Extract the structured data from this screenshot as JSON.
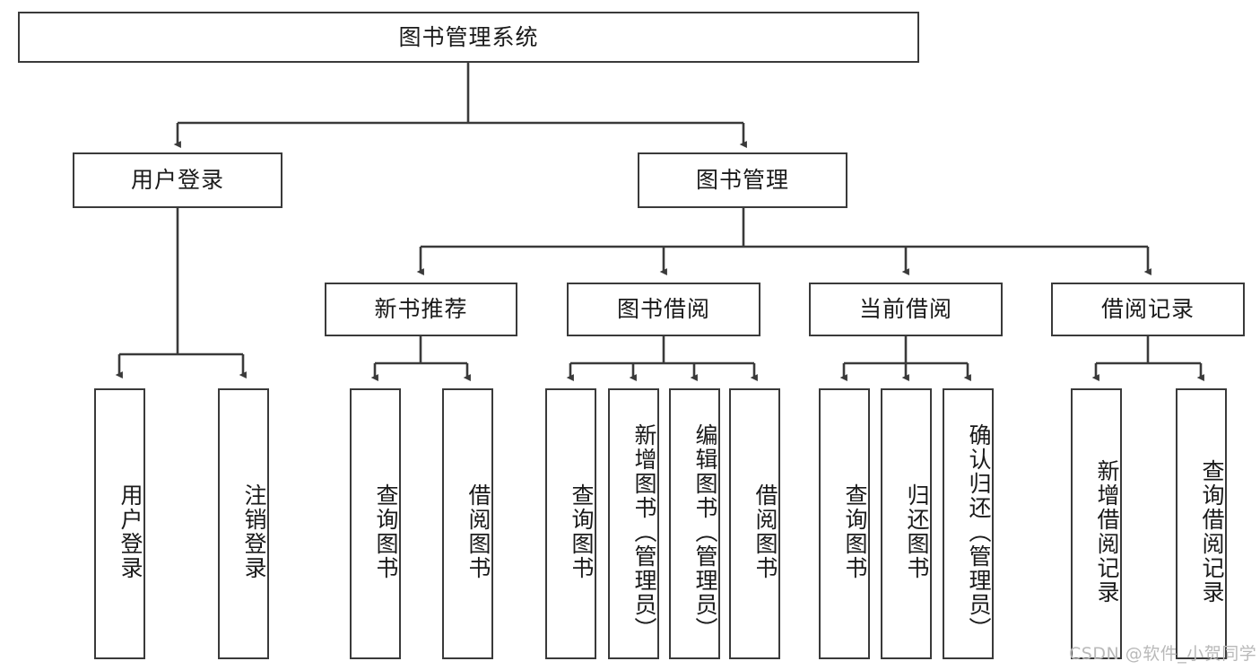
{
  "diagram": {
    "title": "图书管理系统",
    "type": "tree-hierarchy-chart",
    "line_color": "#3a3a3a",
    "background_color": "#ffffff",
    "text_color": "#1a1a1a"
  },
  "root": {
    "label": "图书管理系统"
  },
  "level2": [
    {
      "label": "用户登录"
    },
    {
      "label": "图书管理"
    }
  ],
  "level3": [
    {
      "label": "新书推荐"
    },
    {
      "label": "图书借阅"
    },
    {
      "label": "当前借阅"
    },
    {
      "label": "借阅记录"
    }
  ],
  "leaves": {
    "user_login": [
      {
        "label": "用户登录"
      },
      {
        "label": "注销登录"
      }
    ],
    "new_book": [
      {
        "label": "查询图书"
      },
      {
        "label": "借阅图书"
      }
    ],
    "book_borrow": [
      {
        "label": "查询图书"
      },
      {
        "label": "新增图书（管理员）"
      },
      {
        "label": "编辑图书（管理员）"
      },
      {
        "label": "借阅图书"
      }
    ],
    "current_borrow": [
      {
        "label": "查询图书"
      },
      {
        "label": "归还图书"
      },
      {
        "label": "确认归还（管理员）"
      }
    ],
    "borrow_record": [
      {
        "label": "新增借阅记录"
      },
      {
        "label": "查询借阅记录"
      }
    ]
  },
  "watermark": {
    "text": "CSDN @软件_小贺同学"
  }
}
